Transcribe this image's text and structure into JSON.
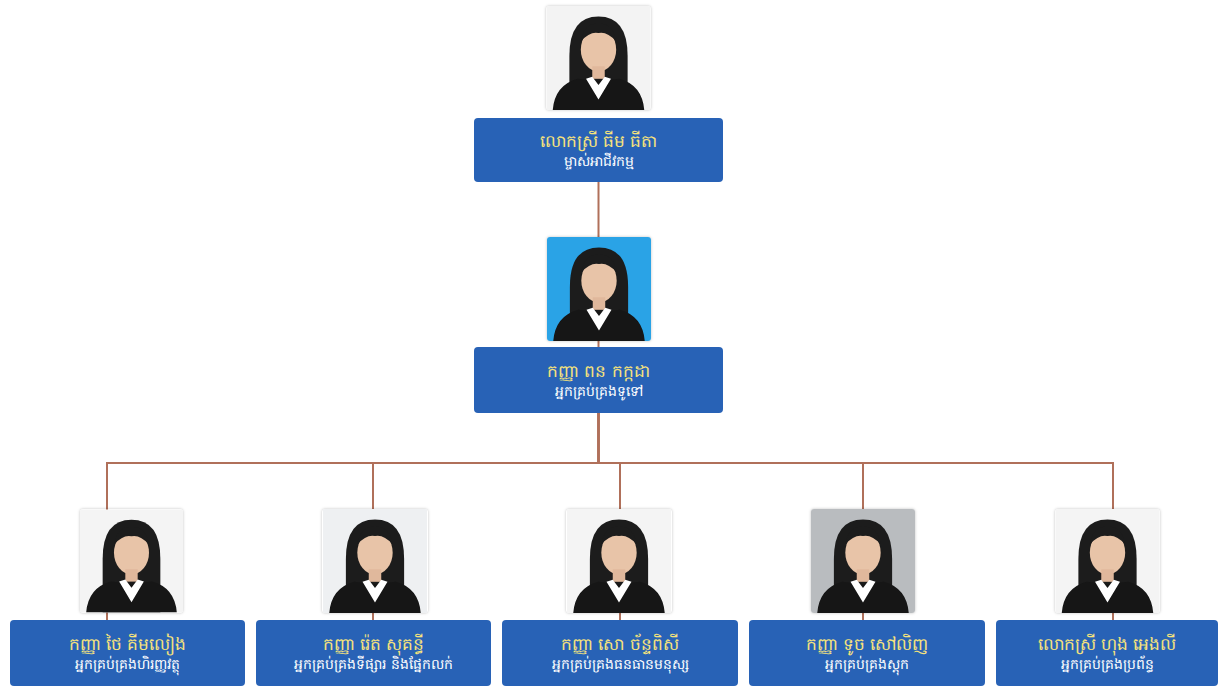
{
  "diagram": {
    "nodes": [
      {
        "text": [
          "លោកស្រី ធីម ធីតា",
          "ម្ចាស់អាជីវកម្ម"
        ]
      },
      {
        "text": [
          "កញ្ញា ពន កក្កដា",
          "អ្នកគ្រប់គ្រងទូទៅ"
        ]
      },
      {
        "text": [
          "កញ្ញា ថៃ គីមលៀង",
          "អ្នកគ្រប់គ្រងហិរញ្ញវត្ថុ"
        ]
      },
      {
        "text": [
          "កញ្ញា រ៉េត សុគន្ធី",
          "អ្នកគ្រប់គ្រងទីផ្សារ និងផ្នែកលក់"
        ]
      },
      {
        "text": [
          "កញ្ញា សោ ច័ន្ទពិសី",
          "អ្នកគ្រប់គ្រងធនធានមនុស្ស"
        ]
      },
      {
        "text": [
          "កញ្ញា ទូច សៅលិញ",
          "អ្នកគ្រប់គ្រងស្តុក"
        ]
      },
      {
        "text": [
          "លោកស្រី ហុង អេងលី",
          "អ្នកគ្រប់គ្រងប្រព័ន្ធ"
        ]
      }
    ],
    "edges": [
      {
        "from": 0,
        "to": 1,
        "arrow": "none"
      },
      {
        "from": 1,
        "to": 2,
        "arrow": "none"
      },
      {
        "from": 1,
        "to": 3,
        "arrow": "none"
      },
      {
        "from": 1,
        "to": 4,
        "arrow": "none"
      },
      {
        "from": 1,
        "to": 5,
        "arrow": "none"
      },
      {
        "from": 1,
        "to": 6,
        "arrow": "none"
      }
    ]
  }
}
